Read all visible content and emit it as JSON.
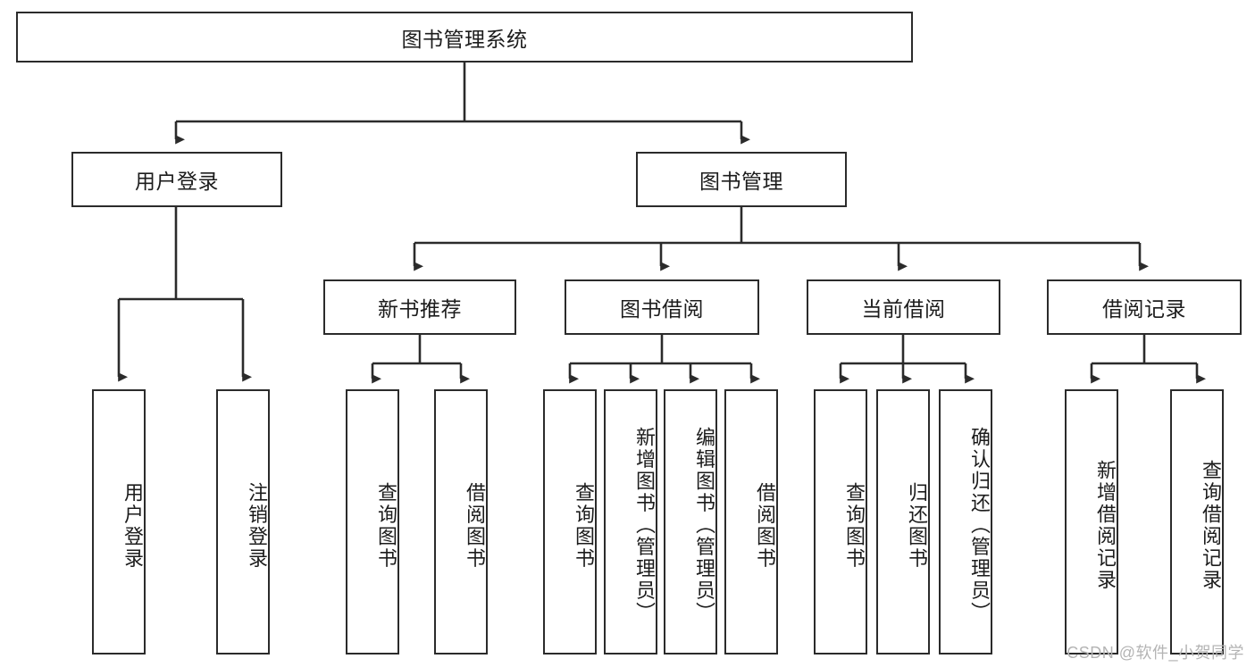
{
  "diagram": {
    "title": "图书管理系统",
    "type": "tree",
    "levels": 4,
    "colors": {
      "stroke": "#2b2b2b",
      "fill": "#ffffff",
      "text": "#1c1c1c",
      "watermark": "#b4b4b4"
    },
    "root": {
      "label": "图书管理系统"
    },
    "level2": [
      {
        "label": "用户登录"
      },
      {
        "label": "图书管理"
      }
    ],
    "level3": [
      {
        "label": "新书推荐"
      },
      {
        "label": "图书借阅"
      },
      {
        "label": "当前借阅"
      },
      {
        "label": "借阅记录"
      }
    ],
    "leaves": {
      "user_login": [
        {
          "label": "用户登录"
        },
        {
          "label": "注销登录"
        }
      ],
      "new_book": [
        {
          "label": "查询图书"
        },
        {
          "label": "借阅图书"
        }
      ],
      "book_borrow": [
        {
          "label": "查询图书"
        },
        {
          "label": "新增图书（管理员）"
        },
        {
          "label": "编辑图书（管理员）"
        },
        {
          "label": "借阅图书"
        }
      ],
      "current_borrow": [
        {
          "label": "查询图书"
        },
        {
          "label": "归还图书"
        },
        {
          "label": "确认归还（管理员）"
        }
      ],
      "borrow_record": [
        {
          "label": "新增借阅记录"
        },
        {
          "label": "查询借阅记录"
        }
      ]
    },
    "watermark": "CSDN @软件_小贺同学"
  }
}
